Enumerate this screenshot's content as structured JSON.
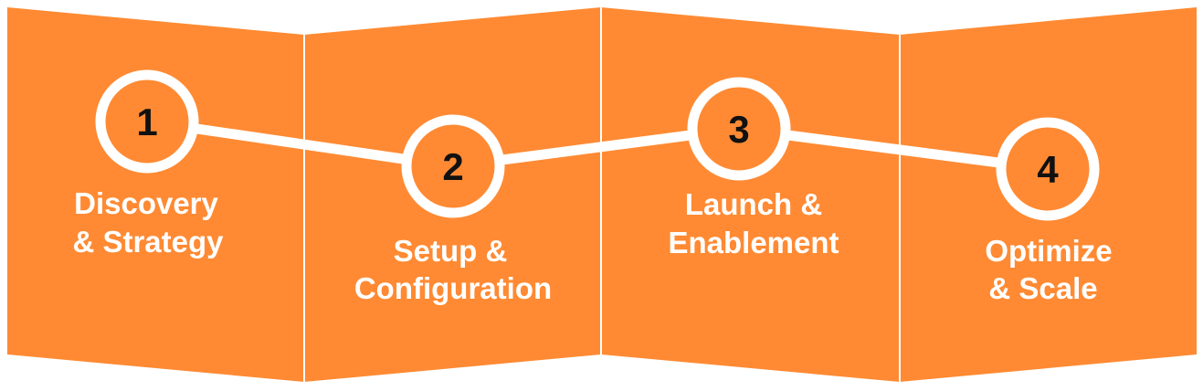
{
  "diagram": {
    "colors": {
      "panel": "#FF8A33",
      "fold_line": "#FFFFFF",
      "connector": "#FFFFFF",
      "circle_ring": "#FFFFFF",
      "number_text": "#111111",
      "label_text": "#FFFFFF"
    },
    "steps": [
      {
        "number": "1",
        "label_line1": "Discovery",
        "label_line2": "& Strategy"
      },
      {
        "number": "2",
        "label_line1": "Setup &",
        "label_line2": "Configuration"
      },
      {
        "number": "3",
        "label_line1": "Launch &",
        "label_line2": "Enablement"
      },
      {
        "number": "4",
        "label_line1": "Optimize",
        "label_line2": "& Scale"
      }
    ]
  }
}
